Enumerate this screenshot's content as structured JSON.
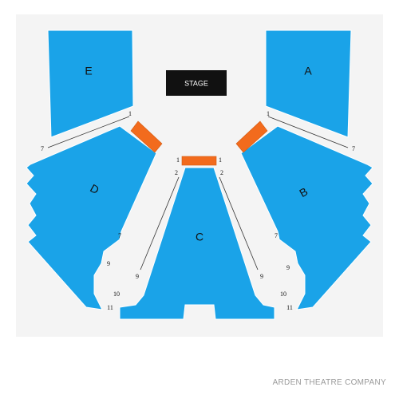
{
  "venue_name": "ARDEN THEATRE COMPANY",
  "stage_label": "STAGE",
  "colors": {
    "section": "#1aa3e8",
    "ada": "#f26b1d",
    "stage": "#111111",
    "floor": "#f4f4f4",
    "venue_text": "#9a9a9a"
  },
  "sections": [
    {
      "id": "E",
      "label": "E"
    },
    {
      "id": "A",
      "label": "A"
    },
    {
      "id": "D",
      "label": "D"
    },
    {
      "id": "B",
      "label": "B"
    },
    {
      "id": "C",
      "label": "C"
    }
  ],
  "row_labels": {
    "d_top_first": "1",
    "d_top_last": "7",
    "b_top_first": "1",
    "b_top_last": "7",
    "c_left_first": "1",
    "c_right_first": "1",
    "c_left_second": "2",
    "c_right_second": "2",
    "d_inner_7": "7",
    "d_inner_9": "9",
    "b_inner_7": "7",
    "b_inner_9": "9",
    "c_left_9": "9",
    "c_right_9": "9",
    "left_10": "10",
    "left_11": "11",
    "right_10": "10",
    "right_11": "11"
  }
}
